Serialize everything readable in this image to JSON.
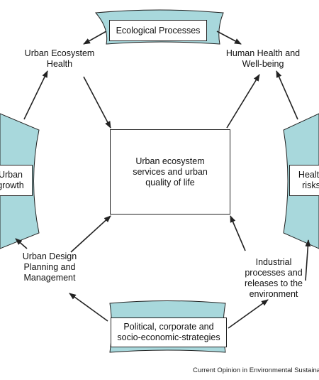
{
  "top_box": "Ecological Processes",
  "center_box": [
    "Urban ecosystem",
    "services and urban",
    "quality of life"
  ],
  "left_box": [
    "Urban",
    "growth"
  ],
  "right_box": [
    "Health",
    "risks"
  ],
  "bottom_box": [
    "Political, corporate and",
    "socio-economic-strategies"
  ],
  "urban_ecosystem_health": [
    "Urban Ecosystem",
    "Health"
  ],
  "human_health": [
    "Human Health and",
    "Well-being"
  ],
  "urban_design": [
    "Urban Design",
    "Planning and",
    "Management"
  ],
  "industrial": [
    "Industrial",
    "processes and",
    "releases to the",
    "environment"
  ],
  "caption": "Current Opinion in Environmental Sustainability",
  "colors": {
    "shape_fill": "#a8d8dc",
    "stroke": "#222222"
  }
}
